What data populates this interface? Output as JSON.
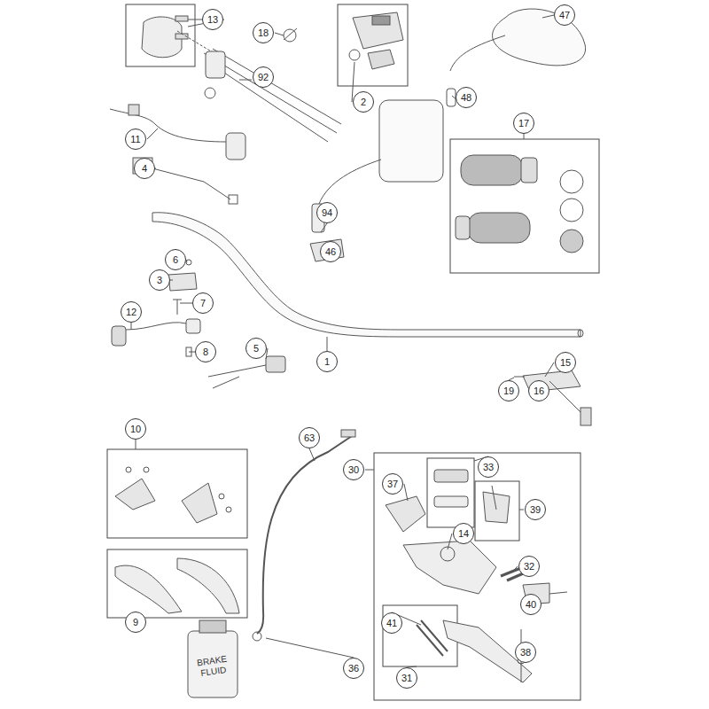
{
  "diagram": {
    "labels": [
      "13",
      "18",
      "2",
      "47",
      "92",
      "48",
      "17",
      "11",
      "4",
      "94",
      "46",
      "6",
      "3",
      "7",
      "12",
      "8",
      "5",
      "1",
      "15",
      "19",
      "16",
      "10",
      "63",
      "30",
      "33",
      "37",
      "14",
      "39",
      "32",
      "40",
      "41",
      "38",
      "9",
      "36",
      "31",
      "BRAKE FLUID"
    ]
  }
}
